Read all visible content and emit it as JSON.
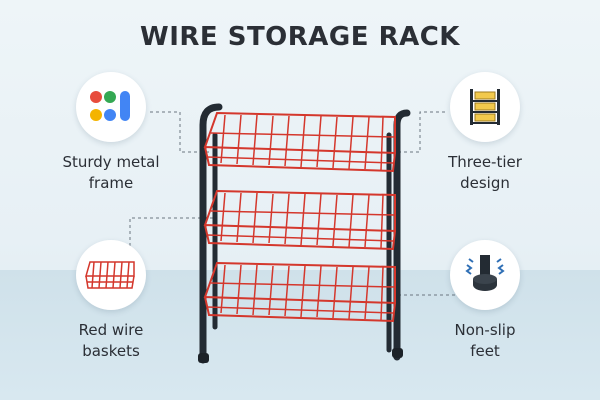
{
  "title": "WIRE STORAGE RACK",
  "features": {
    "frame": {
      "line1": "Sturdy metal",
      "line2": "frame",
      "icon": "app-grid-icon"
    },
    "design": {
      "line1": "Three-tier",
      "line2": "design",
      "icon": "shelf-icon"
    },
    "baskets": {
      "line1": "Red wire",
      "line2": "baskets",
      "icon": "wire-basket-icon"
    },
    "feet": {
      "line1": "Non-slip",
      "line2": "feet",
      "icon": "rubber-foot-icon"
    }
  },
  "colors": {
    "frame": "#232b33",
    "basket": "#d4372c",
    "shelf_icon": "#f2c94c",
    "dot_red": "#e74c3c",
    "dot_green": "#34a853",
    "dot_yellow": "#f4b400",
    "dot_blue": "#4285f4"
  }
}
